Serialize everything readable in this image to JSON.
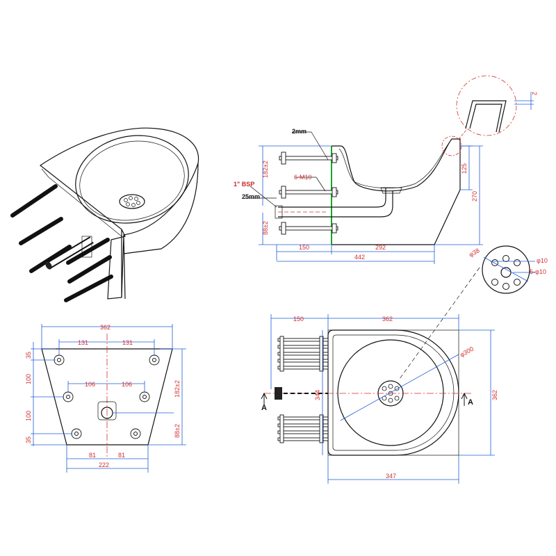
{
  "colors": {
    "outline": "#111111",
    "dimension_text": "#d32f2f",
    "dimension_line": "#1e5bd8",
    "center_line": "#d32f2f",
    "highlight": "#1aa52a"
  },
  "side_view": {
    "wall_label": "2mm",
    "bolt_label": "6-M10",
    "pipe_label": "1\" BSP",
    "pipe_size": "25mm",
    "dims": {
      "upper": "182±2",
      "lower": "88±2",
      "left_width": "150",
      "right_width": "292",
      "total_width": "442",
      "rim_height": "125",
      "total_height": "270"
    }
  },
  "detail": {
    "thickness": "2"
  },
  "drain_detail": {
    "outer": "φ38",
    "hole": "φ10",
    "holes": "6-φ10"
  },
  "back_view": {
    "dims": {
      "top_width": "362",
      "bolt_spacing_upper_left": "131",
      "bolt_spacing_upper_right": "131",
      "bolt_spacing_mid_left": "106",
      "bolt_spacing_mid_right": "106",
      "bottom_left": "81",
      "bottom_right": "81",
      "bottom_width": "222",
      "v_top": "35",
      "v_upper": "100",
      "v_lower": "100",
      "v_bottom": "35",
      "upper_height": "182±2",
      "lower_height": "88±2"
    }
  },
  "top_view": {
    "dims": {
      "left_width": "150",
      "top_width": "362",
      "bowl_diameter": "φ300",
      "center_offset": "344",
      "height": "362",
      "bottom_width": "347"
    },
    "section_left": "A",
    "section_right": "A"
  }
}
